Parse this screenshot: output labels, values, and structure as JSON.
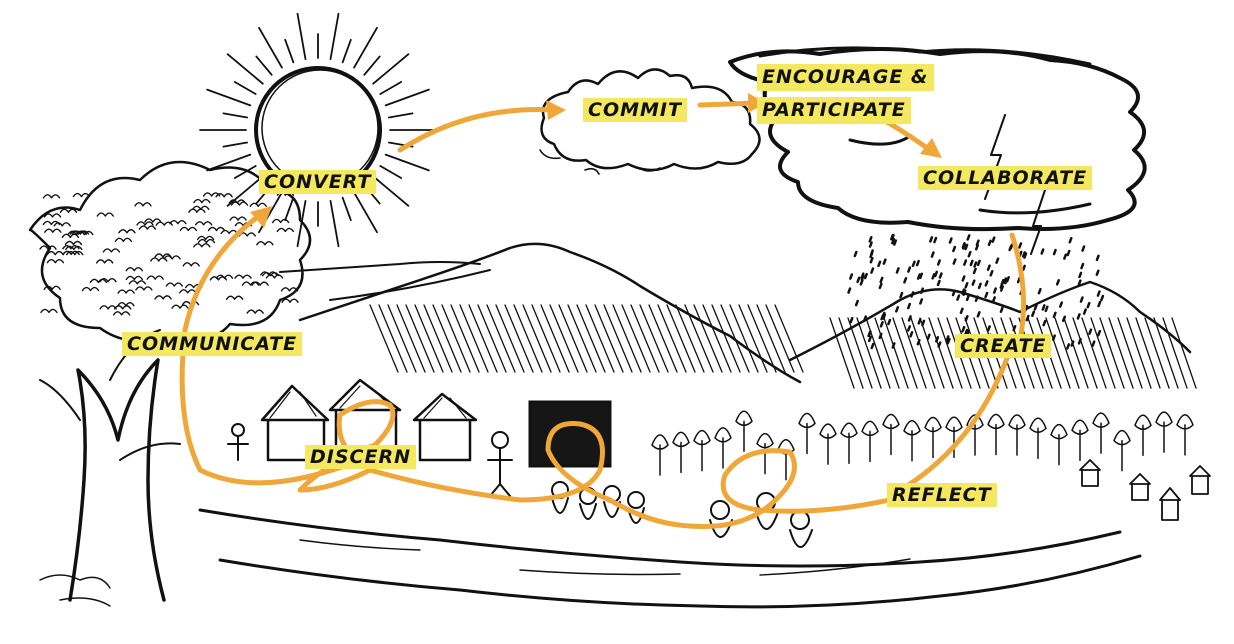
{
  "diagram": {
    "labels": {
      "convert": "CONVERT",
      "commit": "COMMIT",
      "encourage": "ENCOURAGE &",
      "participate": "PARTICIPATE",
      "collaborate": "COLLABORATE",
      "create": "CREATE",
      "reflect": "REFLECT",
      "discern": "DISCERN",
      "communicate": "COMMUNICATE"
    },
    "colors": {
      "arrow": "#f0a73a",
      "label_highlight": "#f3e85f",
      "ink": "#111111"
    }
  }
}
